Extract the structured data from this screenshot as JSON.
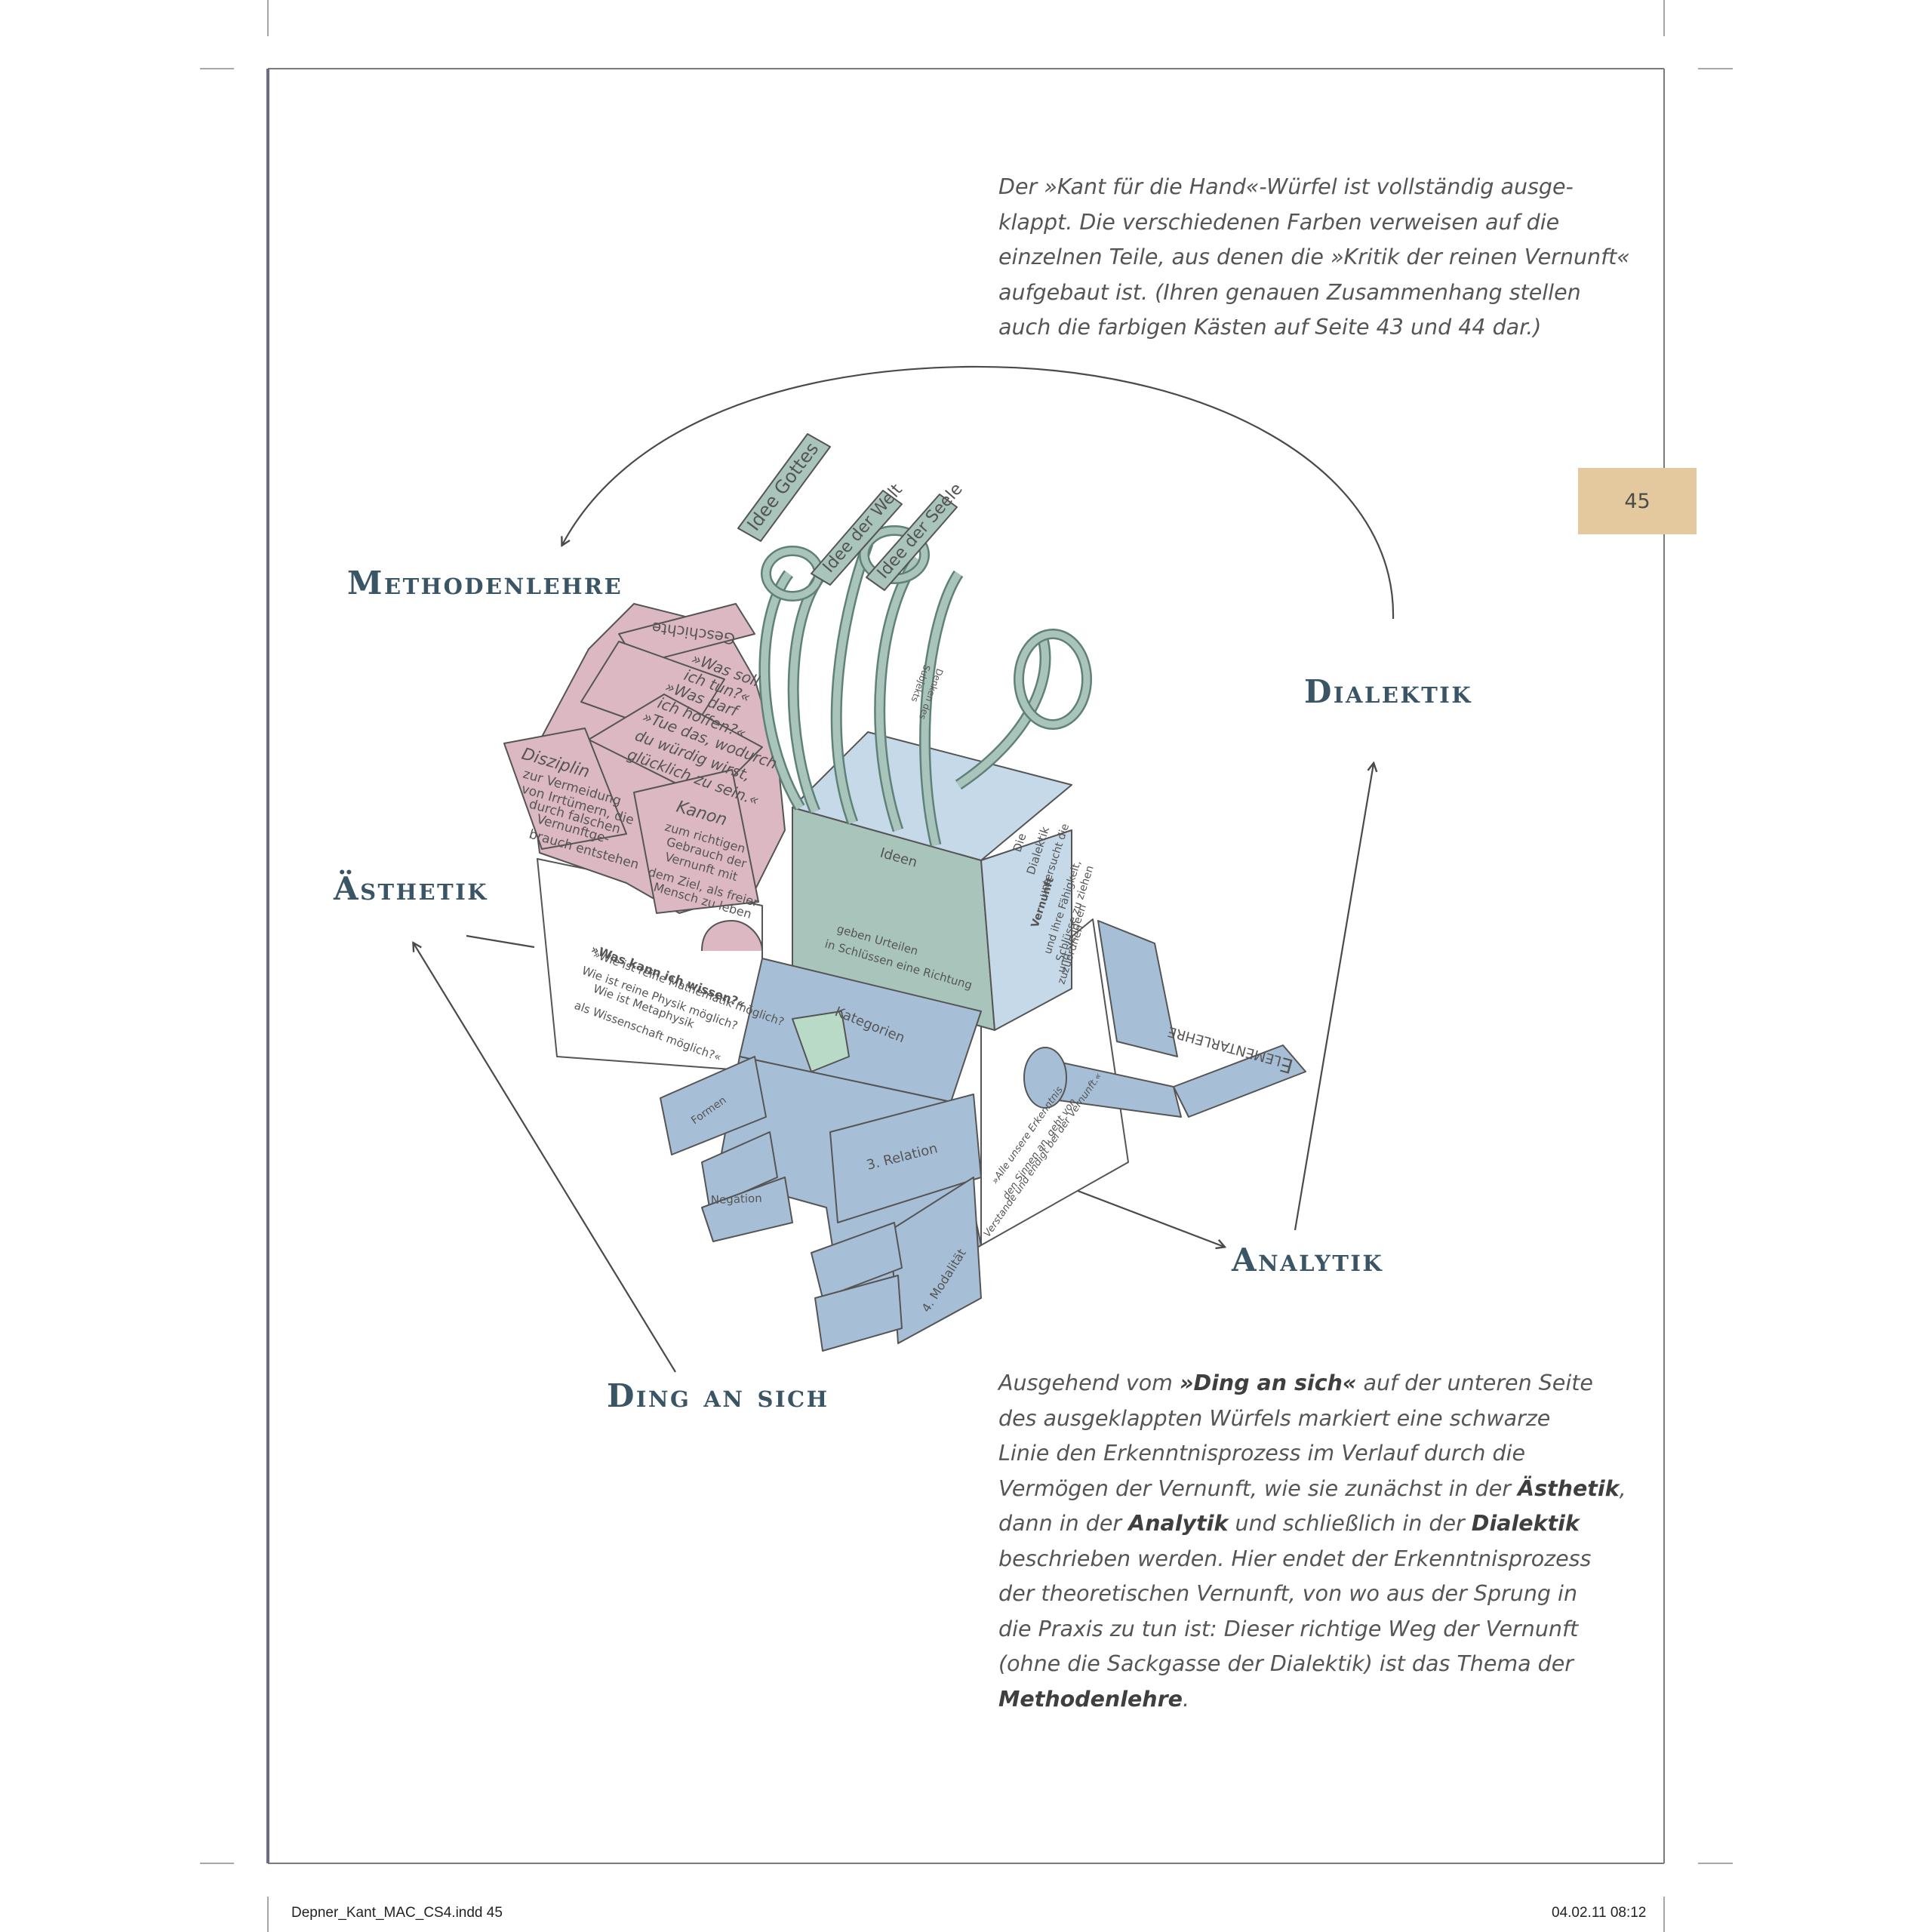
{
  "page_number": "45",
  "captions": {
    "top_lines": [
      "Der »Kant für die Hand«-Würfel ist vollständig ausge-",
      "klappt. Die verschiedenen Farben verweisen auf die",
      "einzelnen Teile, aus denen die »Kritik der reinen Vernunft«",
      "aufgebaut ist. (Ihren genauen Zusammenhang stellen",
      "auch die farbigen Kästen auf Seite 43 und 44 dar.)"
    ],
    "bottom": {
      "l1a": "Ausgehend vom ",
      "l1b": "»Ding an sich«",
      "l1c": " auf der unteren Seite",
      "l2": "des ausgeklappten Würfels markiert eine schwarze",
      "l3": "Linie den Erkenntnisprozess im Verlauf durch die",
      "l4a": "Vermögen der Vernunft, wie sie zunächst in der ",
      "l4b": "Ästhetik",
      "l4c": ",",
      "l5a": "dann in der ",
      "l5b": "Analytik",
      "l5c": " und schließlich in der ",
      "l5d": "Dialektik",
      "l6": "beschrieben werden. Hier endet der Erkenntnisprozess",
      "l7": "der theoretischen Vernunft, von wo aus der Sprung in",
      "l8": "die Praxis zu tun ist: Dieser richtige Weg der Vernunft",
      "l9": "(ohne die Sackgasse der Dialektik) ist das Thema der",
      "l10a": "Methodenlehre",
      "l10b": "."
    }
  },
  "labels": {
    "methodenlehre": "Methodenlehre",
    "dialektik": "Dialektik",
    "aesthetik": "Ästhetik",
    "analytik": "Analytik",
    "ding": "Ding an sich"
  },
  "cube_text": {
    "idee_gottes": "Idee Gottes",
    "idee_der_welt": "Idee der Welt",
    "idee_der_seele": "Idee der Seele",
    "geschichte": "Geschichte",
    "was_soll": "»Was soll",
    "ich_tun": "ich tun?«",
    "was_darf": "»Was darf",
    "ich_hoffen": "ich hoffen?«",
    "tue_das": "»Tue das, wodurch",
    "du_wuerdig": "du würdig wirst,",
    "gluecklich": "glücklich zu sein.«",
    "disziplin": "Disziplin",
    "zur_vermeidung": "zur Vermeidung",
    "von_irrtuemern": "von Irrtümern, die",
    "durch_falschen": "durch falschen",
    "vernunftge": "Vernunftge-",
    "brauch": "brauch entstehen",
    "kanon": "Kanon",
    "zum_richtigen": "zum richtigen",
    "gebrauch_der": "Gebrauch der",
    "vernunft_mit": "Vernunft mit",
    "dem_ziel": "dem Ziel, als freier",
    "mensch_zu_leben": "Mensch zu leben",
    "ideen": "Ideen",
    "geben_urteilen": "geben Urteilen",
    "in_schluessen": "in Schlüssen eine Richtung",
    "die": "Die",
    "dialektik_box": "Dialektik",
    "untersucht": "untersucht die",
    "vernunft_bold": "Vernunft",
    "und_ihre": "und ihre Fähigkeit,",
    "schluesse": "Schlüsse zu ziehen",
    "und_sie": "und sie Ideen",
    "zuzuordnen": "zuzuordnen",
    "kategorien": "Kategorien",
    "was_kann": "»Was kann ich wissen?«",
    "wie_ist_math": "»Wie ist reine Mathematik möglich?",
    "wie_ist_phys": "Wie ist reine Physik möglich?",
    "wie_ist_meta": "Wie ist Metaphysik",
    "als_wiss": "als Wissenschaft möglich?«",
    "elementarlehre": "Elementarlehre",
    "relation": "3. Relation",
    "modalitaet": "4. Modalität",
    "negation": "Negation",
    "alle_unsere": "»Alle unsere Erkenntnis",
    "den_sinnen": "den Sinnen an, geht von",
    "verstande": "Verstande und endigt bei der Vernunft.«",
    "formen": "Formen",
    "denken_des": "Denken des",
    "subjekts": "Subjekts"
  },
  "colors": {
    "pink": "#dcb9c2",
    "green": "#a9c4bb",
    "blue": "#a7bfd6",
    "light_blue": "#c6d9e8",
    "label_blue": "#3a5565",
    "tab": "#e5c99e"
  },
  "slug": {
    "file": "Depner_Kant_MAC_CS4.indd   45",
    "date": "04.02.11   08:12"
  }
}
